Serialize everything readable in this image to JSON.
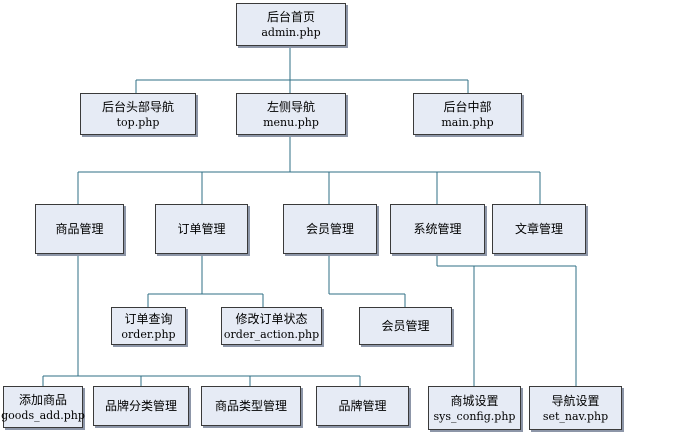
{
  "colors": {
    "box_fill": "#e6ebf5",
    "box_border": "#3a3a3a",
    "connector": "#2f6f86"
  },
  "nodes": {
    "root": {
      "title": "后台首页",
      "file": "admin.php"
    },
    "top": {
      "title": "后台头部导航",
      "file": "top.php"
    },
    "menu": {
      "title": "左侧导航",
      "file": "menu.php"
    },
    "main": {
      "title": "后台中部",
      "file": "main.php"
    },
    "goods": {
      "title": "商品管理"
    },
    "order": {
      "title": "订单管理"
    },
    "member": {
      "title": "会员管理"
    },
    "system": {
      "title": "系统管理"
    },
    "article": {
      "title": "文章管理"
    },
    "order_query": {
      "title": "订单查询",
      "file": "order.php"
    },
    "order_edit": {
      "title": "修改订单状态",
      "file": "order_action.php"
    },
    "member_mgmt": {
      "title": "会员管理"
    },
    "goods_add": {
      "title": "添加商品",
      "file": "goods_add.php"
    },
    "brand_cat": {
      "title": "品牌分类管理"
    },
    "goods_type": {
      "title": "商品类型管理"
    },
    "brand": {
      "title": "品牌管理"
    },
    "sys_config": {
      "title": "商城设置",
      "file": "sys_config.php"
    },
    "set_nav": {
      "title": "导航设置",
      "file": "set_nav.php"
    }
  }
}
